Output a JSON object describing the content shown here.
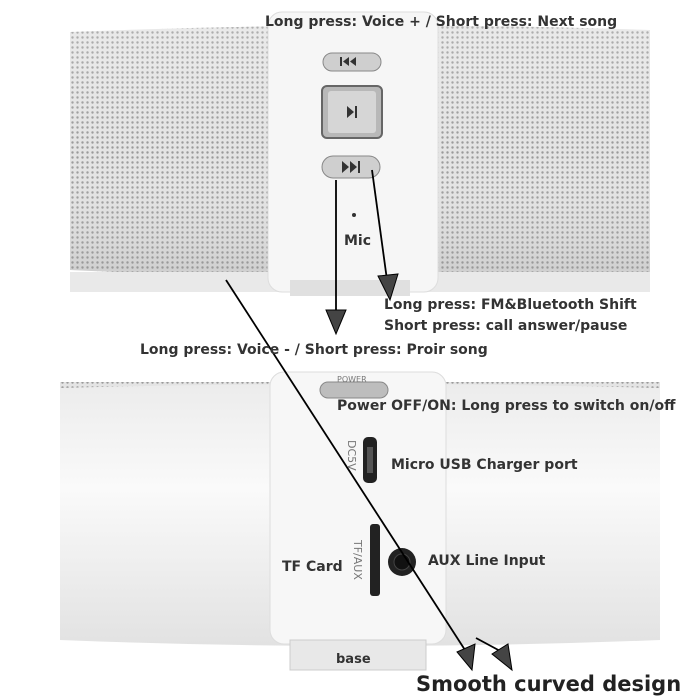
{
  "labels": {
    "top_button": "Long press: Voice + / Short press: Next song",
    "mic": "Mic",
    "play_line1": "Long press: FM&Bluetooth Shift",
    "play_line2": "Short press: call answer/pause",
    "prev_button": "Long press: Voice - / Short press: Proir song",
    "power": "Power OFF/ON: Long press to switch on/off",
    "usb": "Micro USB Charger port",
    "aux": "AUX Line Input",
    "tf_card": "TF Card",
    "base": "base",
    "design": "Smooth curved design"
  },
  "device_markings": {
    "power": "POWER",
    "dc": "DC5V",
    "tf_aux": "TF/AUX"
  },
  "icons": [
    "previous-track-icon",
    "play-pause-icon",
    "next-track-icon"
  ],
  "colors": {
    "text": "#333333",
    "mesh": "#c8c8c8",
    "body": "#f2f2f2"
  }
}
